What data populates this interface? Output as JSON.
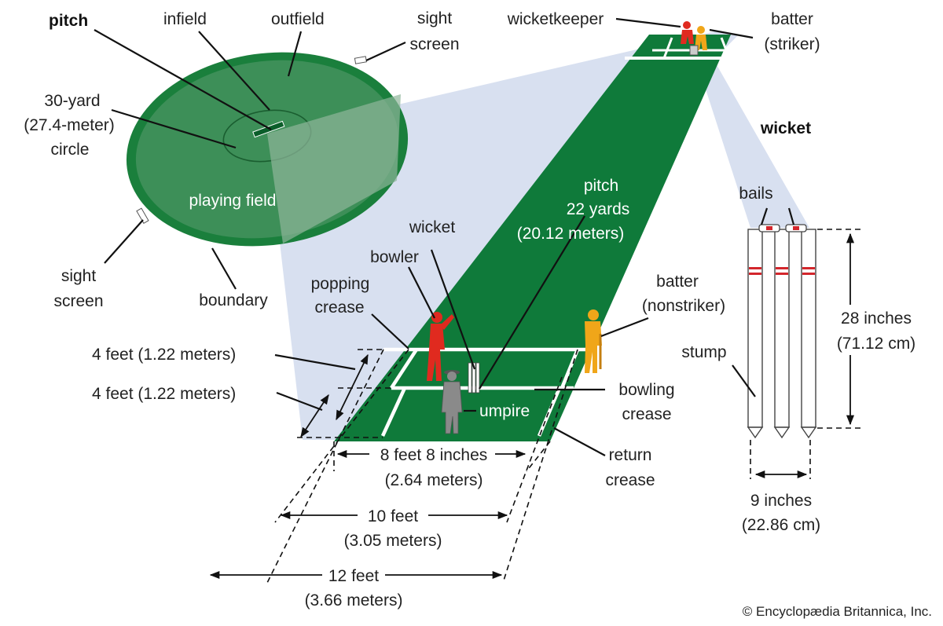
{
  "colors": {
    "field_dark": "#1a7f3c",
    "field_light": "#3d8f58",
    "pitch_green": "#0f7a3a",
    "projection": "#d8e0f0",
    "bowler_red": "#e02a1f",
    "batter_orange": "#f0a619",
    "umpire_gray": "#8a8a8a",
    "stump_stripe": "#d3262c"
  },
  "labels": {
    "pitch_bold": "pitch",
    "infield": "infield",
    "outfield": "outfield",
    "sight_screen_top_1": "sight",
    "sight_screen_top_2": "screen",
    "circle_1": "30-yard",
    "circle_2": "(27.4-meter)",
    "circle_3": "circle",
    "playing_field": "playing field",
    "sight_screen_bottom_1": "sight",
    "sight_screen_bottom_2": "screen",
    "boundary": "boundary",
    "wicketkeeper": "wicketkeeper",
    "batter_striker_1": "batter",
    "batter_striker_2": "(striker)",
    "wicket_bold": "wicket",
    "pitch_length_1": "pitch",
    "pitch_length_2": "22 yards",
    "pitch_length_3": "(20.12 meters)",
    "bails": "bails",
    "wicket_small": "wicket",
    "bowler": "bowler",
    "popping_crease_1": "popping",
    "popping_crease_2": "crease",
    "batter_nonstriker_1": "batter",
    "batter_nonstriker_2": "(nonstriker)",
    "stump_height_1": "28 inches",
    "stump_height_2": "(71.12 cm)",
    "stump": "stump",
    "four_feet_1": "4 feet (1.22 meters)",
    "four_feet_2": "4 feet (1.22 meters)",
    "bowling_crease_1": "bowling",
    "bowling_crease_2": "crease",
    "umpire": "umpire",
    "width_8_1": "8 feet 8 inches",
    "width_8_2": "(2.64 meters)",
    "return_crease_1": "return",
    "return_crease_2": "crease",
    "width_10_1": "10 feet",
    "width_10_2": "(3.05 meters)",
    "width_12_1": "12 feet",
    "width_12_2": "(3.66 meters)",
    "wicket_width_1": "9 inches",
    "wicket_width_2": "(22.86 cm)",
    "copyright": "© Encyclopædia Britannica, Inc."
  }
}
